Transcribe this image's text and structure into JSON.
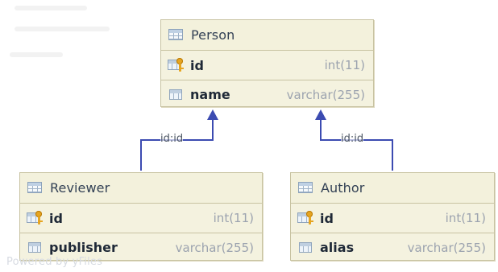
{
  "tables": [
    {
      "title": "Person",
      "fields": [
        {
          "name": "id",
          "type": "int(11)",
          "key": true
        },
        {
          "name": "name",
          "type": "varchar(255)",
          "key": false
        }
      ]
    },
    {
      "title": "Reviewer",
      "fields": [
        {
          "name": "id",
          "type": "int(11)",
          "key": true
        },
        {
          "name": "publisher",
          "type": "varchar(255)",
          "key": false
        }
      ]
    },
    {
      "title": "Author",
      "fields": [
        {
          "name": "id",
          "type": "int(11)",
          "key": true
        },
        {
          "name": "alias",
          "type": "varchar(255)",
          "key": false
        }
      ]
    }
  ],
  "relations": [
    {
      "label": "id:id"
    },
    {
      "label": "id:id"
    }
  ],
  "footer": {
    "watermark": "Powered by yFiles"
  },
  "colors": {
    "connector": "#3c4bb1"
  }
}
